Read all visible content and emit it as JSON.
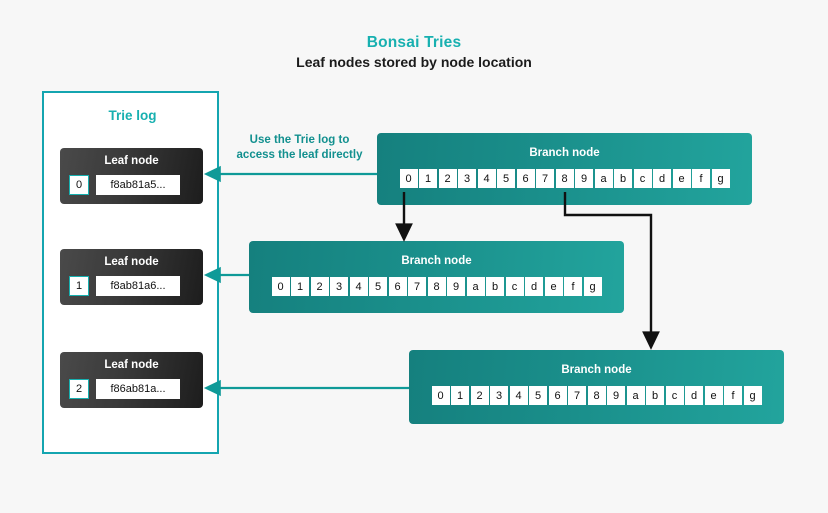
{
  "header": {
    "title": "Bonsai Tries",
    "subtitle": "Leaf nodes stored by node location"
  },
  "colors": {
    "accent_teal": "#17b0b0",
    "panel_border": "#14a5b0",
    "branch_teal": "#1a8f8b",
    "leaf_dark": "#333333",
    "connector_black": "#111111",
    "background": "#f7f7f7"
  },
  "trie_log": {
    "title": "Trie log",
    "leaf_label": "Leaf node",
    "leaves": [
      {
        "index": "0",
        "hash": "f8ab81a5..."
      },
      {
        "index": "1",
        "hash": "f8ab81a6..."
      },
      {
        "index": "2",
        "hash": "f86ab81a..."
      }
    ]
  },
  "annotation": {
    "line1": "Use the Trie log to",
    "line2": "access the leaf directly"
  },
  "branch_nodes": [
    {
      "label": "Branch node",
      "cells": [
        "0",
        "1",
        "2",
        "3",
        "4",
        "5",
        "6",
        "7",
        "8",
        "9",
        "a",
        "b",
        "c",
        "d",
        "e",
        "f",
        "g"
      ]
    },
    {
      "label": "Branch node",
      "cells": [
        "0",
        "1",
        "2",
        "3",
        "4",
        "5",
        "6",
        "7",
        "8",
        "9",
        "a",
        "b",
        "c",
        "d",
        "e",
        "f",
        "g"
      ]
    },
    {
      "label": "Branch node",
      "cells": [
        "0",
        "1",
        "2",
        "3",
        "4",
        "5",
        "6",
        "7",
        "8",
        "9",
        "a",
        "b",
        "c",
        "d",
        "e",
        "f",
        "g"
      ]
    }
  ]
}
